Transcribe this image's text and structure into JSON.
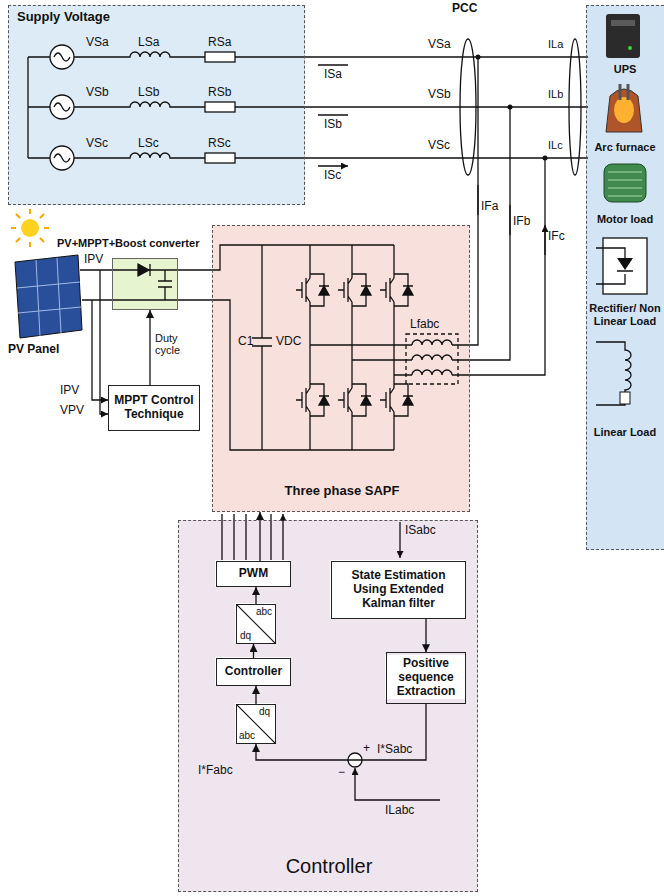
{
  "diagram": {
    "nodes": [
      {
        "text": [
          "Supply Voltage"
        ]
      },
      {
        "text": [
          "PV+MPPT+Boost converter"
        ]
      },
      {
        "text": [
          "Three phase SAPF"
        ]
      },
      {
        "text": [
          "UPS",
          "Arc furnace",
          "Motor load",
          "Rectifier/ Non Linear Load",
          "Linear Load"
        ]
      },
      {
        "text": [
          "MPPT Control Technique"
        ]
      },
      {
        "text": [
          "Controller"
        ]
      },
      {
        "text": [
          "PWM"
        ],
        "in": 5
      },
      {
        "text": [
          "abc",
          "dq"
        ],
        "in": 5
      },
      {
        "text": [
          "Controller"
        ],
        "in": 5
      },
      {
        "text": [
          "dq",
          "abc"
        ],
        "in": 5
      },
      {
        "text": [
          "State Estimation Using Extended Kalman filter"
        ],
        "in": 5
      },
      {
        "text": [
          "Positive sequence Extraction"
        ],
        "in": 5
      }
    ],
    "edges": [
      {
        "from": 4,
        "to": 1,
        "arrow": "to",
        "label": "Duty cycle"
      },
      {
        "from": 6,
        "to": 2,
        "arrow": "to"
      },
      {
        "from": 7,
        "to": 6,
        "arrow": "to"
      },
      {
        "from": 8,
        "to": 7,
        "arrow": "to"
      },
      {
        "from": 9,
        "to": 8,
        "arrow": "to"
      },
      {
        "from": 10,
        "to": 11,
        "arrow": "to"
      },
      {
        "from": 11,
        "to": 9,
        "arrow": "to"
      }
    ],
    "labels": [
      "VSa",
      "LSa",
      "RSa",
      "VSb",
      "LSb",
      "RSb",
      "VSc",
      "LSc",
      "RSc",
      "PCC",
      "VSa",
      "VSb",
      "VSc",
      "ILa",
      "ILb",
      "ILc",
      "ISa",
      "ISb",
      "ISc",
      "IPV",
      "PV Panel",
      "IPV",
      "VPV",
      "C1",
      "VDC",
      "Lfabc",
      "IFa",
      "IFb",
      "IFc",
      "ISabc",
      "+",
      "−",
      "I*Sabc",
      "ILabc",
      "I*Fabc"
    ]
  }
}
